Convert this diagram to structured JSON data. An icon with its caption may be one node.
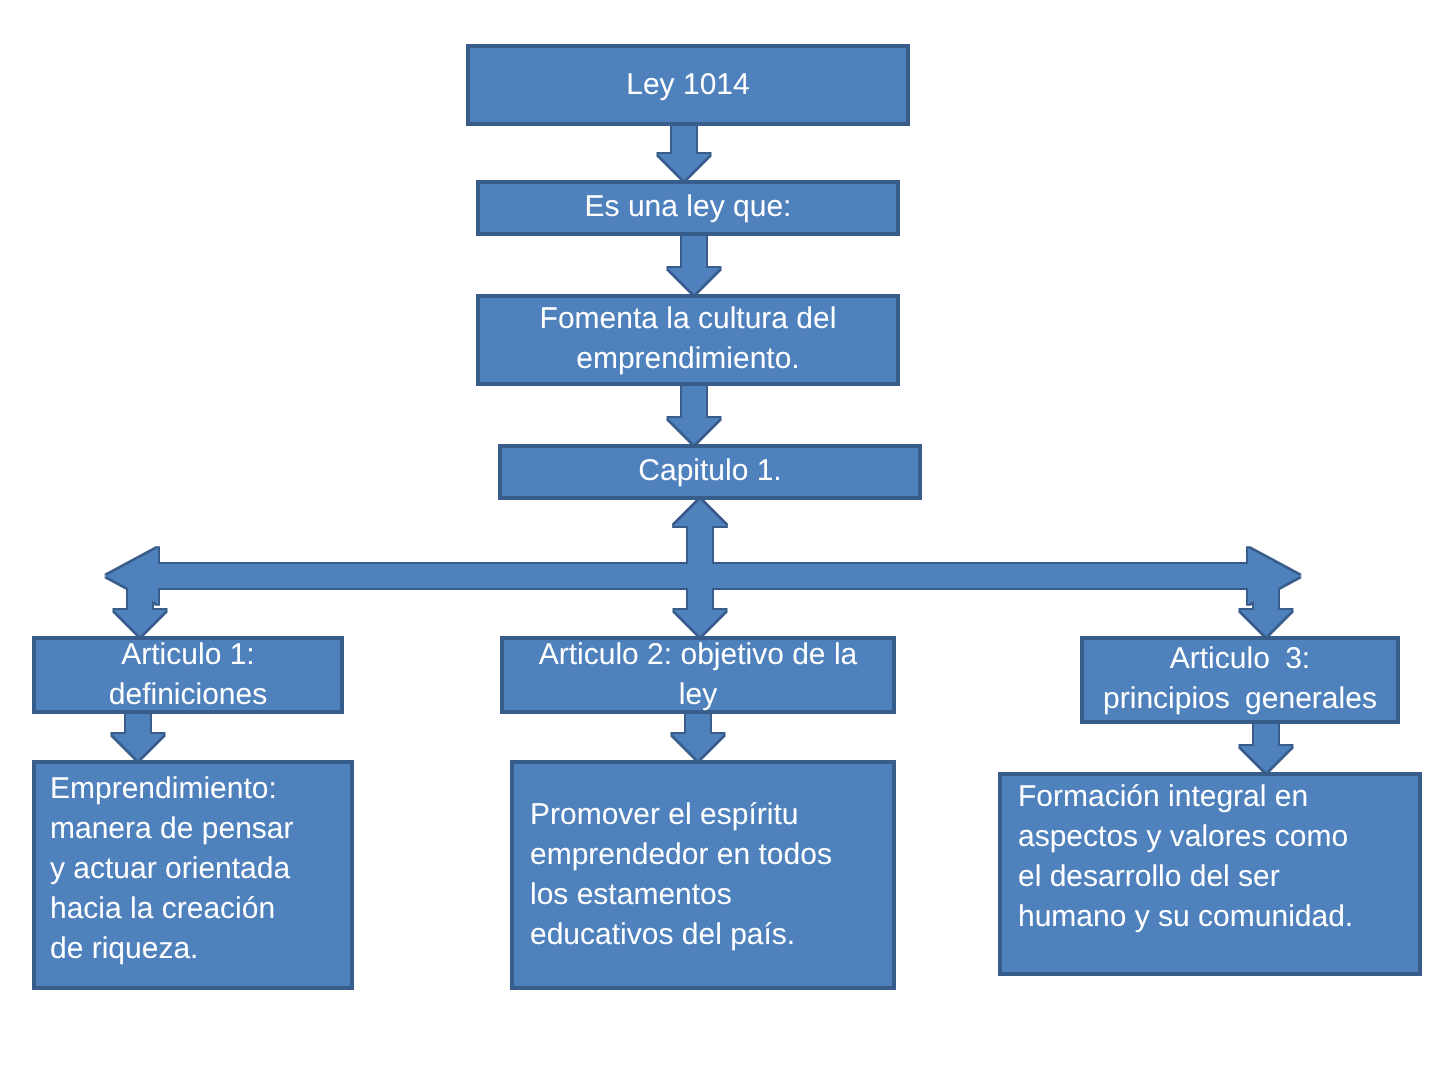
{
  "diagram": {
    "nodes": [
      {
        "text": [
          "Ley 1014"
        ]
      },
      {
        "text": [
          "Es una ley que:"
        ]
      },
      {
        "text": [
          "Fomenta la cultura del emprendimiento."
        ]
      },
      {
        "text": [
          "Capitulo 1."
        ]
      },
      {
        "text": [
          "Articulo 1: definiciones"
        ]
      },
      {
        "text": [
          "Articulo 2: objetivo de la ley"
        ]
      },
      {
        "text": [
          "Articulo 3: principios generales"
        ]
      },
      {
        "text": [
          "Emprendimiento: manera de pensar y actuar orientada hacia la creación de riqueza."
        ]
      },
      {
        "text": [
          "Promover el espíritu emprendedor en todos los estamentos educativos del país."
        ]
      },
      {
        "text": [
          "Formación integral en aspectos y valores como el desarrollo del ser humano y su comunidad."
        ]
      }
    ],
    "edges": [
      {
        "from": 0,
        "to": 1,
        "arrow": "to"
      },
      {
        "from": 1,
        "to": 2,
        "arrow": "to"
      },
      {
        "from": 2,
        "to": 3,
        "arrow": "to"
      },
      {
        "from": 3,
        "to": 4,
        "arrow": "both"
      },
      {
        "from": 3,
        "to": 5,
        "arrow": "both"
      },
      {
        "from": 3,
        "to": 6,
        "arrow": "both"
      },
      {
        "from": 4,
        "to": 7,
        "arrow": "to"
      },
      {
        "from": 5,
        "to": 8,
        "arrow": "to"
      },
      {
        "from": 6,
        "to": 9,
        "arrow": "to"
      }
    ]
  }
}
